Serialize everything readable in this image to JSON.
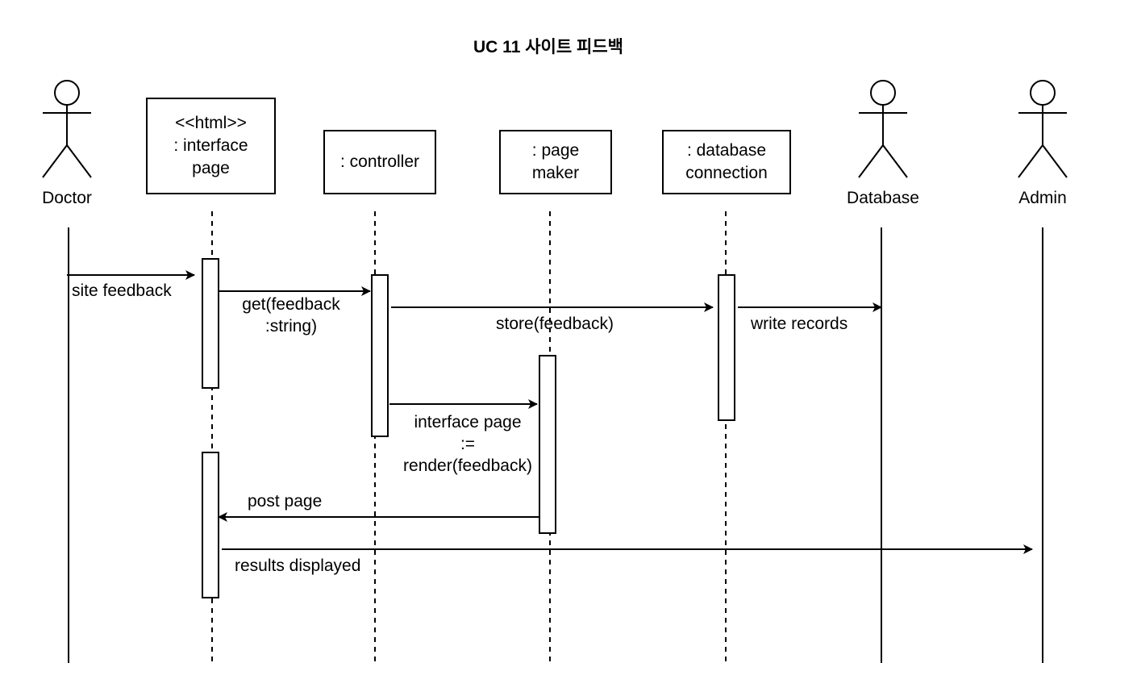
{
  "diagram": {
    "title": "UC 11 사이트 피드백",
    "actors": {
      "doctor": "Doctor",
      "database": "Database",
      "admin": "Admin"
    },
    "participants": {
      "interface_page": "<<html>>\n: interface\npage",
      "controller": ": controller",
      "page_maker": ": page\nmaker",
      "db_connection": ": database\nconnection"
    },
    "messages": {
      "site_feedback": "site feedback",
      "get_feedback": "get(feedback\n:string)",
      "store_feedback": "store(feedback)",
      "write_records": "write records",
      "render": "interface page\n:=\nrender(feedback)",
      "post_page": "post page",
      "results_displayed": "results displayed"
    }
  }
}
